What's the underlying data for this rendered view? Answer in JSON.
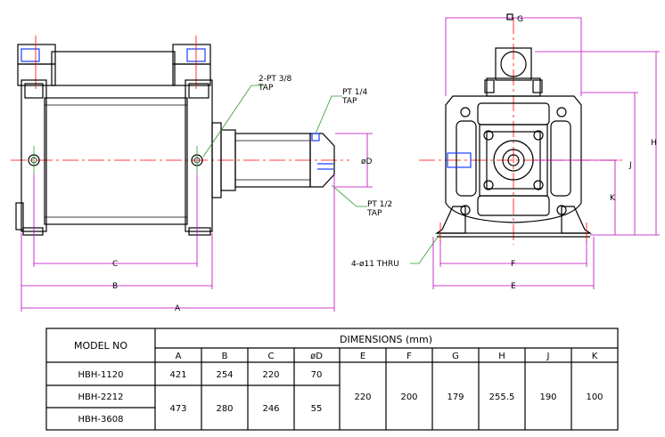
{
  "annotations": {
    "tap_38_line1": "2-PT 3/8",
    "tap_38_line2": "TAP",
    "tap_14_line1": "PT 1/4",
    "tap_14_line2": "TAP",
    "tap_12_line1": "PT 1/2",
    "tap_12_line2": "TAP",
    "od_label": "øD",
    "thru_holes": "4-ø11 THRU"
  },
  "dimension_labels": {
    "A": "A",
    "B": "B",
    "C": "C",
    "E": "E",
    "F": "F",
    "G": "G",
    "H": "H",
    "J": "J",
    "K": "K"
  },
  "table": {
    "model_header": "MODEL NO",
    "dimensions_header": "DIMENSIONS (mm)",
    "columns": [
      "A",
      "B",
      "C",
      "øD",
      "E",
      "F",
      "G",
      "H",
      "J",
      "K"
    ],
    "models": [
      "HBH-1120",
      "HBH-2212",
      "HBH-3608"
    ],
    "row1": {
      "A": "421",
      "B": "254",
      "C": "220",
      "D": "70"
    },
    "row23": {
      "A": "473",
      "B": "280",
      "C": "246",
      "D": "55"
    },
    "shared": {
      "E": "220",
      "F": "200",
      "G": "179",
      "H": "255.5",
      "J": "190",
      "K": "100"
    }
  }
}
